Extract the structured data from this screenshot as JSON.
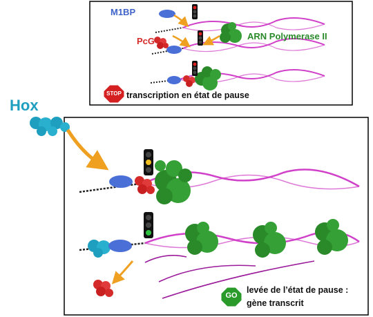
{
  "labels": {
    "m1bp": "M1BP",
    "pcg": "PcG",
    "polymerase": "ARN Polymerase II",
    "hox": "Hox",
    "stop_badge": "STOP",
    "stop_caption": "transcription en état de pause",
    "go_badge": "GO",
    "go_caption_line1": "levée de l’état de pause :",
    "go_caption_line2": "gène transcrit"
  },
  "colors": {
    "m1bp": "#3f63c8",
    "pcg": "#d42a2a",
    "polymerase": "#2a8a2a",
    "hox": "#1f9fc0",
    "dna": "#d040c8",
    "rna": "#9a1a9a",
    "arrow": "#f0a020",
    "stop": "#d42020",
    "go": "#2a9a2a"
  },
  "traffic_lights": {
    "panel1_top": "red",
    "panel1_mid": "red",
    "panel1_bottom": "red",
    "panel2_top": "yellow",
    "panel2_bottom": "green"
  }
}
